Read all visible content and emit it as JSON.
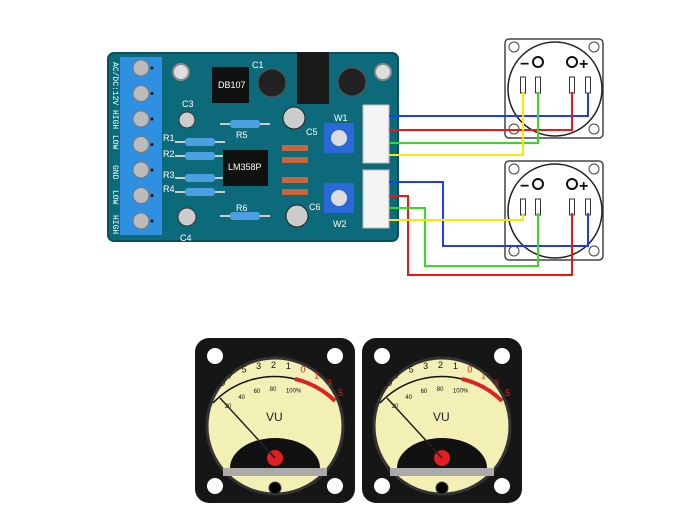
{
  "board": {
    "terminal_labels": [
      "AC/DC:12V",
      "HIGH",
      "LOW",
      "GND",
      "LOW",
      "HIGH"
    ],
    "components": {
      "c1": "C1",
      "c3": "C3",
      "c4": "C4",
      "c5": "C5",
      "c6": "C6",
      "r1": "R1",
      "r2": "R2",
      "r3": "R3",
      "r4": "R4",
      "r5": "R5",
      "r6": "R6",
      "w1": "W1",
      "w2": "W2"
    },
    "bridge_label": "DB107",
    "ic_label": "LM358P"
  },
  "meter_terminals": {
    "minus": "−",
    "plus": "+"
  },
  "wire_colors": {
    "blue": "#1a3cff",
    "red": "#ff1010",
    "green": "#33dd22",
    "yellow": "#ffe600"
  },
  "vu_meters": [
    {
      "scale_top": [
        "20",
        "10",
        "7",
        "5",
        "3",
        "2",
        "1",
        "0",
        "1",
        "3",
        "5"
      ],
      "scale_bottom": [
        "20",
        "40",
        "60",
        "80",
        "100%"
      ],
      "label": "VU"
    },
    {
      "scale_top": [
        "20",
        "10",
        "7",
        "5",
        "3",
        "2",
        "1",
        "0",
        "1",
        "3",
        "5"
      ],
      "scale_bottom": [
        "20",
        "40",
        "60",
        "80",
        "100%"
      ],
      "label": "VU"
    }
  ]
}
